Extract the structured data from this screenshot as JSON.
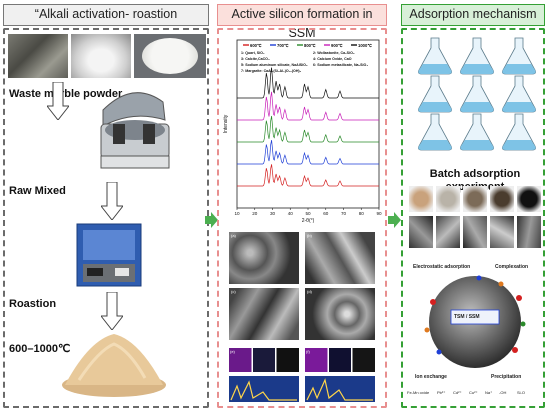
{
  "panels": {
    "left": {
      "header": "“Alkali activation- roastion",
      "labels": [
        "Waste marble powder",
        "Raw Mixed",
        "Roastion",
        "600–1000℃"
      ]
    },
    "middle": {
      "header": "Active silicon formation in SSM",
      "xrd": {
        "legend": [
          "600℃",
          "700℃",
          "800℃",
          "900℃",
          "1000℃"
        ],
        "phases": [
          "1: Quart, SiO₂",
          "2: Wollastonite, Ca₂SiO₄",
          "3: Calcite,CaCO₃",
          "4: Calcium Oxide, CaO",
          "5: Sodium aluminum silicate, NaAlSiO₄",
          "6: Sodium metasilicate, Na₂SiO₃",
          "7: Margarite: CaAl₂(Si₂Al₂)O₁₀(OH)₂"
        ],
        "xlabel": "2-θ(°)",
        "ylabel": "Intensity",
        "xticks": [
          "10",
          "20",
          "30",
          "40",
          "50",
          "60",
          "70",
          "80",
          "90"
        ],
        "colors": [
          "#d42020",
          "#1f3fd6",
          "#2a8a2a",
          "#c81fb8",
          "#111111"
        ]
      },
      "sem_labels": [
        "(a)",
        "(b)",
        "(c)",
        "(d)"
      ],
      "eds_labels": [
        "(e)",
        "(f)"
      ]
    },
    "right": {
      "header": "Adsorption mechanism",
      "batch_label": "Batch adsorption\nexperiment",
      "mech": {
        "top_left": "Electrostatic adsorption",
        "top_right": "Complexation",
        "center": "TSM / SSM",
        "bottom_left": "Ion exchange",
        "bottom_right": "Precipitation"
      },
      "legend": [
        "Fe-Mn oxide",
        "Pb²⁺",
        "Cd²⁺",
        "Cu²⁺",
        "Na⁺",
        "-OH",
        "Si-O"
      ]
    }
  },
  "colors": {
    "left_border": "#6b6b6b",
    "middle_border": "#e88f8f",
    "right_border": "#35a035",
    "left_header_bg": "#f0f0f0",
    "middle_header_bg": "#fbe0dc",
    "right_header_bg": "#d8f0d8",
    "arrow": "#4caf50"
  }
}
